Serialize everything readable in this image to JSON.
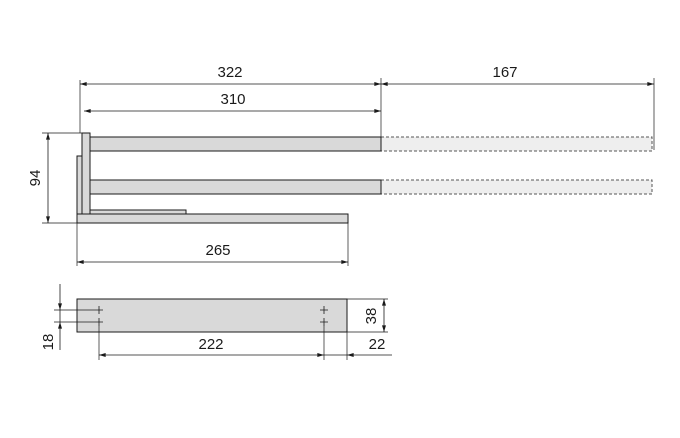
{
  "dimensions": {
    "overall_length": "322",
    "bar_length": "310",
    "extension": "167",
    "height": "94",
    "base_length": "265",
    "hole_spacing": "222",
    "plate_height": "38",
    "edge_offset": "22",
    "hole_offset": "18"
  }
}
